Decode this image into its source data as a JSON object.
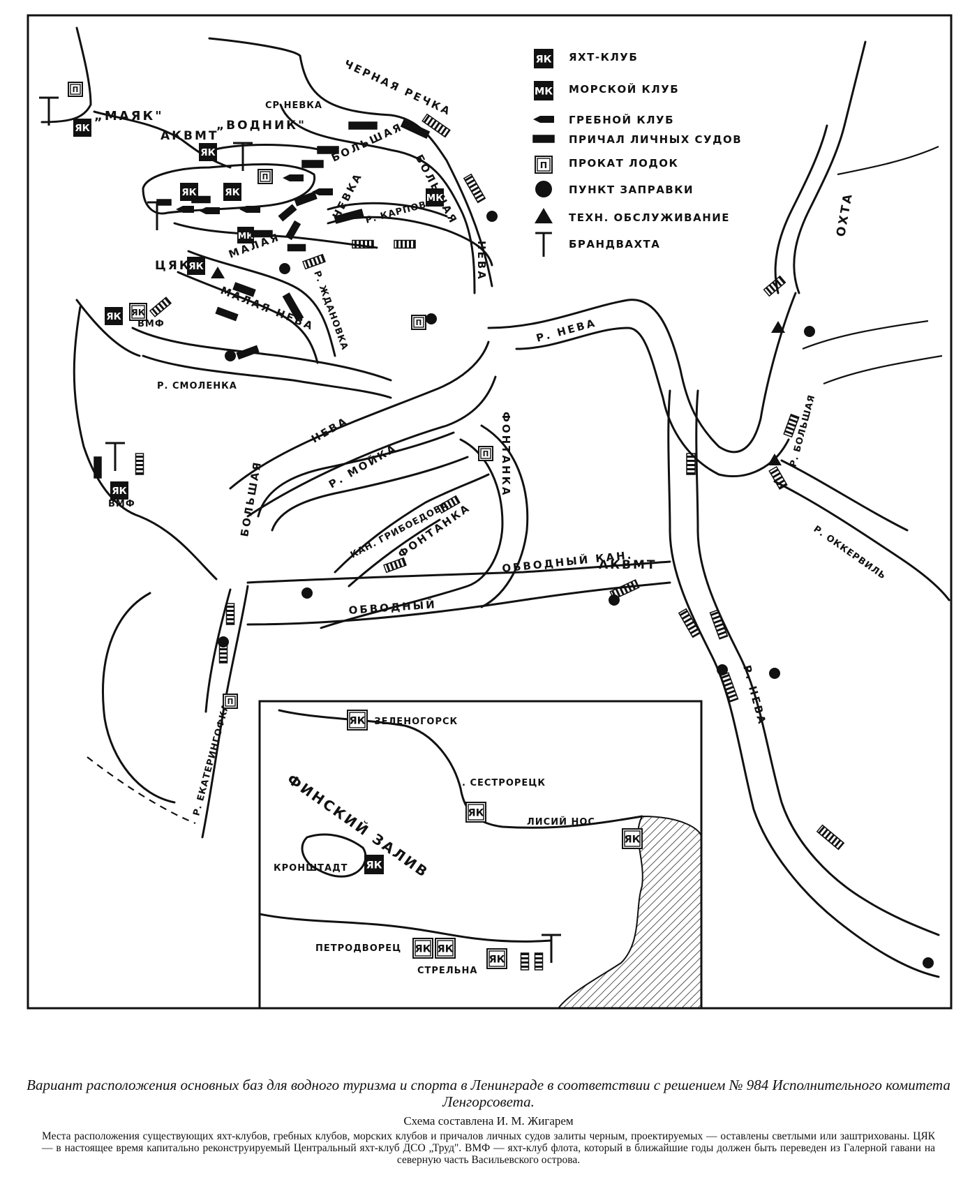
{
  "legend": [
    {
      "symbol": "ЯК",
      "label": "ЯХТ-КЛУБ",
      "kind": "box-filled"
    },
    {
      "symbol": "МК",
      "label": "МОРСКОЙ КЛУБ",
      "kind": "box-filled"
    },
    {
      "symbol": "",
      "label": "ГРЕБНОЙ КЛУБ",
      "kind": "arrow-bar"
    },
    {
      "symbol": "",
      "label": "ПРИЧАЛ ЛИЧНЫХ СУДОВ",
      "kind": "bar"
    },
    {
      "symbol": "П",
      "label": "ПРОКАТ ЛОДОК",
      "kind": "box-open"
    },
    {
      "symbol": "",
      "label": "ПУНКТ ЗАПРАВКИ",
      "kind": "circle"
    },
    {
      "symbol": "",
      "label": "ТЕХН. ОБСЛУЖИВАНИЕ",
      "kind": "triangle"
    },
    {
      "symbol": "Т",
      "label": "БРАНДВАХТА",
      "kind": "t-symbol"
    }
  ],
  "labels": {
    "mayak": "„МАЯК\"",
    "akvmt_top": "АКВМТ",
    "vodnik": "„ВОДНИК\"",
    "sr_neva": "СР НЕВКА",
    "chernaya": "ЧЕРНАЯ РЕЧКА",
    "bolshaya_nevka": "БОЛЬШАЯ",
    "nevka": "НЕВКА",
    "karpovka": "Р. КАРПОВКА",
    "bolshaya_neva_v": "БОЛЬШАЯ",
    "neva_v": "НЕВА",
    "tsyak": "ЦЯК",
    "malaya1": "МАЛАЯ",
    "malaya_neva": "МАЛАЯ НЕВА",
    "zhdanovka": "Р. ЖДАНОВКА",
    "vmf1": "ВМФ",
    "smolenka": "Р. СМОЛЕНКА",
    "vmf2": "ВМФ",
    "neva_bolshaya2": "НЕВА",
    "bolshaya2": "БОЛЬШАЯ",
    "moika": "Р. МОЙКА",
    "griboedova": "КАН. ГРИБОЕДОВА",
    "fontanka_r": "Р.",
    "fontanka": "ФОНТАНКА",
    "fontanka_v": "ФОНТАНКА",
    "obvodny_kan": "ОБВОДНЫЙ КАН.",
    "obvodny": "ОБВОДНЫЙ",
    "akvmt_bottom": "АКВМТ",
    "ekateringofka": "Р. ЕКАТЕРИНГОФКА",
    "neva_main": "Р. НЕВА",
    "neva_lower": "Р. НЕВА",
    "okhta": "ОХТА",
    "bolshaya_okhta": "Р. БОЛЬШАЯ",
    "okkervil": "Р. ОККЕРВИЛЬ",
    "zelenogorsk": "-ЗЕЛЕНОГОРСК",
    "sestroretsk": ". СЕСТРОРЕЦК",
    "lisiy_nos": "ЛИСИЙ НОС",
    "finsky_zaliv": "ФИНСКИЙ ЗАЛИВ",
    "kronshtadt": "КРОНШТАДТ",
    "petrodvorets": "ПЕТРОДВОРЕЦ",
    "strelna": "СТРЕЛЬНА",
    "yk": "ЯК",
    "mk": "МК",
    "p": "П"
  },
  "caption": {
    "title": "Вариант расположения основных баз для водного туризма и спорта в Ленинграде в соответствии с решением № 984 Исполнительного комитета Ленгорсовета.",
    "author": "Схема составлена И. М. Жигарем",
    "notes": "Места расположения существующих яхт-клубов, гребных клубов, морских клубов и причалов личных судов залиты черным, проектируемых — оставлены светлыми или заштрихованы. ЦЯК — в настоящее время капитально реконструируемый Центральный яхт-клуб ДСО „Труд\". ВМФ — яхт-клуб флота, который в ближайшие годы должен быть переведен из Галерной гавани на северную часть Васильевского острова."
  }
}
